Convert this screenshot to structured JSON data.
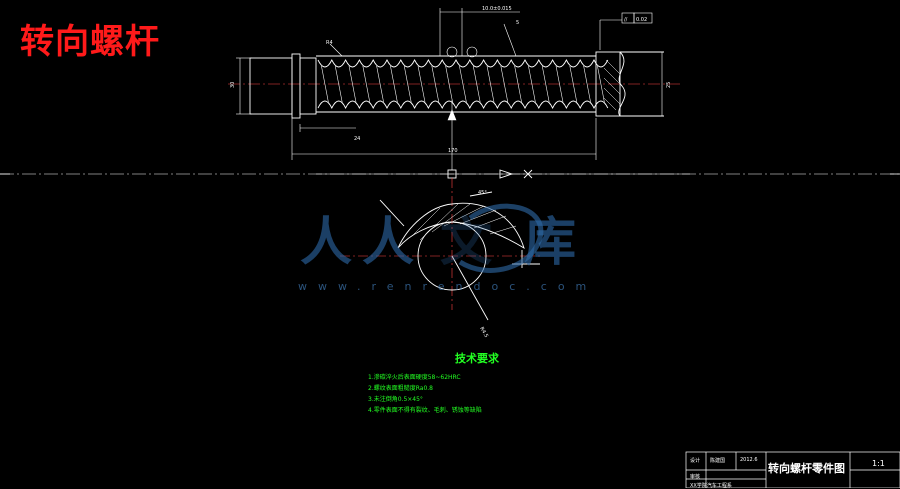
{
  "headline": "转向螺杆",
  "dimensions": {
    "top_tol": "10.0±0.015",
    "top_small": "5",
    "length_total": "170",
    "left_dia": "30",
    "right_dia": "25",
    "bottom_small": "24",
    "chamfer": "R4",
    "section_angle": "45°",
    "section_radius": "R4.5"
  },
  "gdt": {
    "symbol": "//",
    "value": "0.02"
  },
  "technical": {
    "title": "技术要求",
    "notes": [
      "1.渗碳淬火后表面硬度58~62HRC",
      "2.螺纹表面粗糙度Ra0.8",
      "3.未注倒角0.5×45°",
      "4.零件表面不得有裂纹、毛刺、锈蚀等缺陷"
    ]
  },
  "title_block": {
    "label_design": "设计",
    "designer": "陈建国",
    "date": "2012.6",
    "label_check": "审核",
    "drawing_title": "转向螺杆零件图",
    "scale": "1:1",
    "school": "XX学院汽车工程系"
  },
  "watermark": {
    "chars": [
      "人",
      "人",
      "文",
      "库"
    ],
    "url": "www.renrendoc.com"
  },
  "colors": {
    "line": "#ffffff",
    "center_line": "#ff3333",
    "dimension": "#ffffff",
    "text_green": "#22ff22",
    "headline": "#ff1a1a",
    "watermark": "#2e6aa8"
  }
}
